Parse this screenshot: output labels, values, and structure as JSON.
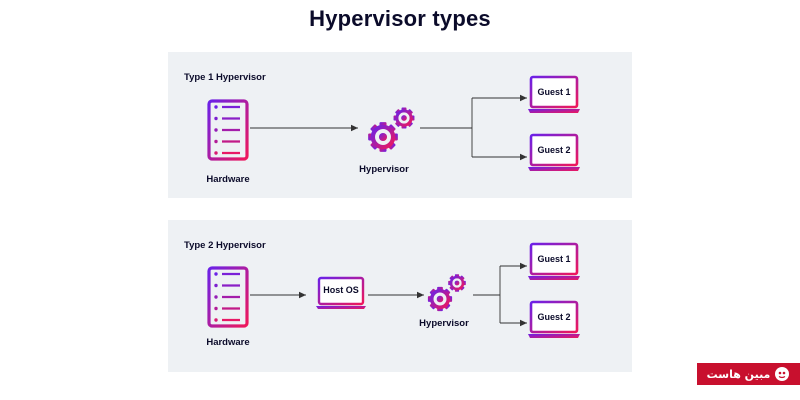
{
  "title": "Hypervisor types",
  "panel1": {
    "label": "Type 1 Hypervisor",
    "hardware": "Hardware",
    "hypervisor": "Hypervisor",
    "guests": [
      "Guest 1",
      "Guest 2"
    ]
  },
  "panel2": {
    "label": "Type 2 Hypervisor",
    "hardware": "Hardware",
    "host_os": "Host OS",
    "hypervisor": "Hypervisor",
    "guests": [
      "Guest 1",
      "Guest 2"
    ]
  },
  "watermark": {
    "text": "مبین هاست",
    "icon": "mascot-icon"
  },
  "colors": {
    "gradient_start": "#6b21e8",
    "gradient_end": "#f0185a",
    "panel_bg": "#eef1f4",
    "line": "#333333",
    "watermark_bg": "#c8102e"
  }
}
